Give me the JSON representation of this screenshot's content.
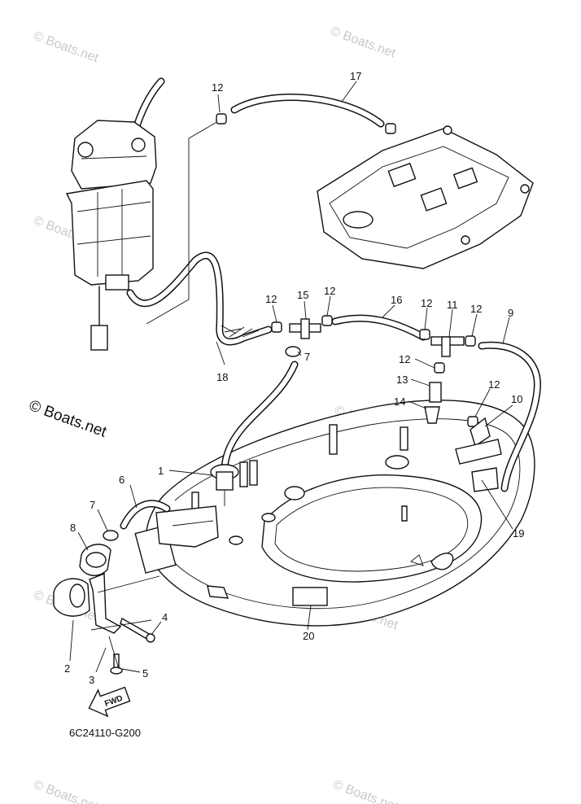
{
  "watermark": "© Boats.net",
  "brand_label": "© Boats.net",
  "diagram_code": "6C24110-G200",
  "fwd_label": "FWD",
  "callouts": [
    "1",
    "2",
    "3",
    "4",
    "5",
    "6",
    "7",
    "7",
    "8",
    "9",
    "10",
    "11",
    "12",
    "12",
    "12",
    "12",
    "12",
    "12",
    "12",
    "13",
    "14",
    "15",
    "16",
    "17",
    "18",
    "19",
    "20"
  ]
}
